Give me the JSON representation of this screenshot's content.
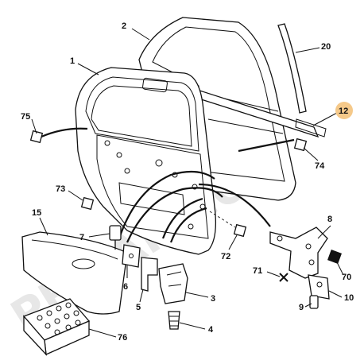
{
  "watermark": "PERIAK.COM",
  "colors": {
    "highlight": "#f5c98a",
    "ink": "#111111",
    "watermark": "#d4d4d4"
  },
  "callouts": [
    {
      "id": "c1",
      "label": "1"
    },
    {
      "id": "c2",
      "label": "2"
    },
    {
      "id": "c20",
      "label": "20"
    },
    {
      "id": "c12",
      "label": "12",
      "highlighted": true
    },
    {
      "id": "c75",
      "label": "75"
    },
    {
      "id": "c74",
      "label": "74"
    },
    {
      "id": "c73",
      "label": "73"
    },
    {
      "id": "c15",
      "label": "15"
    },
    {
      "id": "c7",
      "label": "7"
    },
    {
      "id": "c72",
      "label": "72"
    },
    {
      "id": "c8",
      "label": "8"
    },
    {
      "id": "c71",
      "label": "71"
    },
    {
      "id": "c70",
      "label": "70"
    },
    {
      "id": "c6",
      "label": "6"
    },
    {
      "id": "c5",
      "label": "5"
    },
    {
      "id": "c3",
      "label": "3"
    },
    {
      "id": "c10",
      "label": "10"
    },
    {
      "id": "c9",
      "label": "9"
    },
    {
      "id": "c4",
      "label": "4"
    },
    {
      "id": "c76",
      "label": "76"
    }
  ]
}
